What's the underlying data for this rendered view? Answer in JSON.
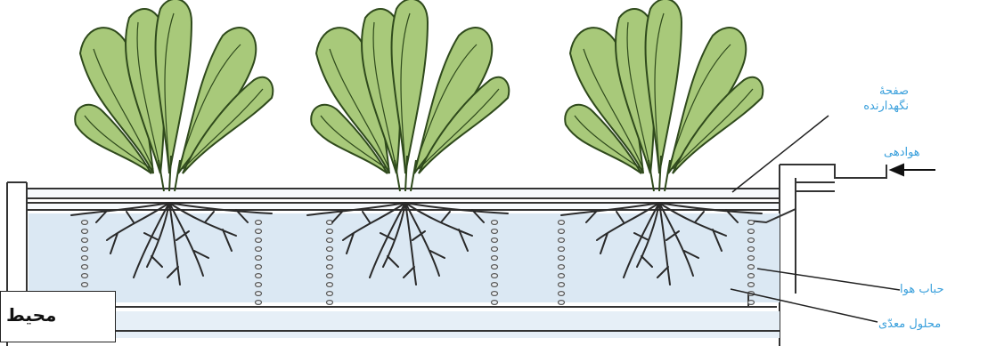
{
  "labels": {
    "plate": "صفحهٔ نگهدارنده",
    "plate_line1": "صفحهٔ",
    "plate_line2": "نگهدارنده",
    "aeration": "هوادهی",
    "air_bubble": "حباب هوا",
    "nutrient_solution": "محلول معدّی",
    "environment_box": "محیط"
  },
  "colors": {
    "leaf_fill": "#a8c97a",
    "leaf_stroke": "#2f4a1c",
    "water": "#dbe8f3",
    "tank_stroke": "#333333",
    "label_text": "#3aa0dc"
  },
  "plants": [
    {
      "name": "plant-left"
    },
    {
      "name": "plant-middle"
    },
    {
      "name": "plant-right"
    }
  ],
  "icons": [
    "arrow-left-icon"
  ]
}
